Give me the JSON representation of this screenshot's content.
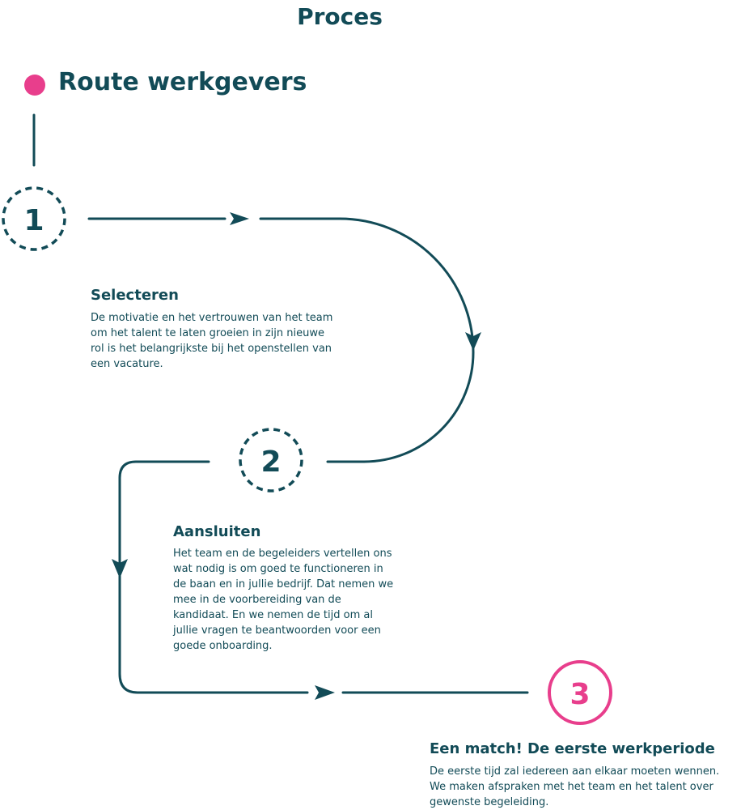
{
  "page": {
    "title": "Proces"
  },
  "route": {
    "title": "Route werkgevers"
  },
  "colors": {
    "primary": "#124b57",
    "accent": "#e83e8c"
  },
  "steps": [
    {
      "number": "1",
      "title": "Selecteren",
      "lines": [
        "De motivatie en het vertrouwen van het team",
        "om het talent te laten groeien in zijn nieuwe",
        "rol is het belangrijkste bij het openstellen van",
        "een vacature."
      ]
    },
    {
      "number": "2",
      "title": "Aansluiten",
      "lines": [
        "Het team en de begeleiders vertellen ons",
        "wat nodig is om goed te functioneren in",
        "de baan en in jullie bedrijf. Dat nemen we",
        "mee in de voorbereiding van de",
        "kandidaat. En we nemen de tijd om al",
        "jullie vragen te beantwoorden voor een",
        "goede onboarding."
      ]
    },
    {
      "number": "3",
      "title": "Een match! De eerste werkperiode",
      "lines": [
        "De eerste tijd zal iedereen aan elkaar moeten wennen.",
        "We maken afspraken met het team en het talent over",
        "gewenste begeleiding."
      ]
    }
  ]
}
